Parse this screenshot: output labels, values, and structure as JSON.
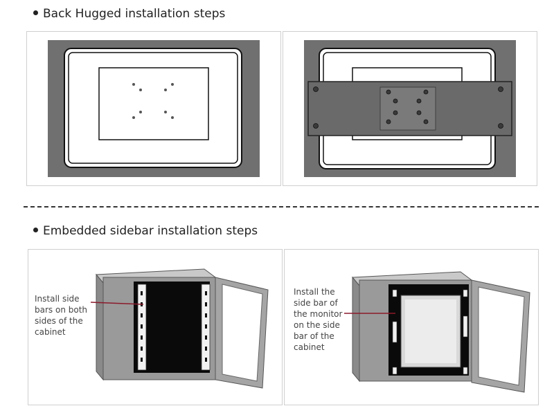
{
  "sections": [
    {
      "heading": "Back Hugged installation steps"
    },
    {
      "heading": "Embedded sidebar installation steps",
      "captions": [
        "Install side\nbars on both\nsides of the\ncabinet",
        "Install the\nside bar of\nthe monitor\non the side\nbar of the\ncabinet"
      ]
    }
  ],
  "colors": {
    "annotation_line": "#8b1a2b",
    "panel_gray": "#6f6f6f",
    "cabinet_gray": "#9a9a9a"
  }
}
